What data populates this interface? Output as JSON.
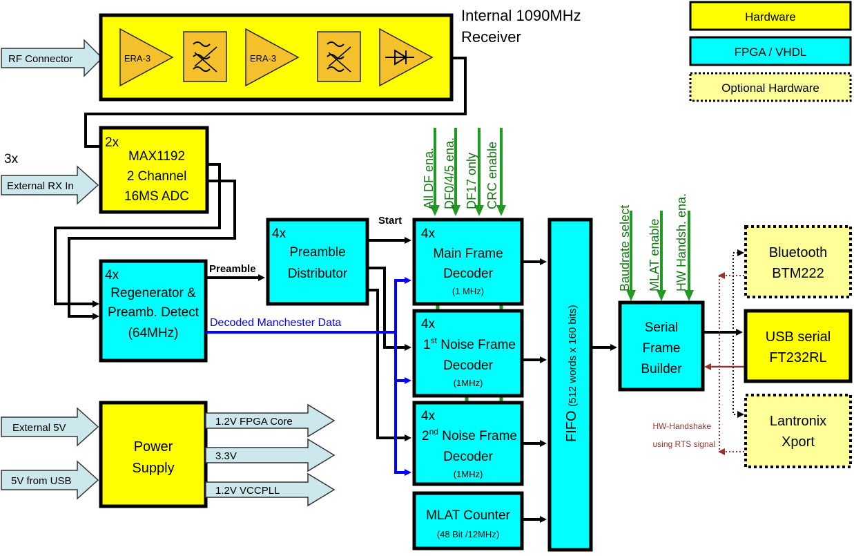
{
  "colors": {
    "hardware": "#ffff00",
    "fpga": "#00ffff",
    "optional": "#ffff99",
    "amp_block": "#f4c02c",
    "arrow_fill": "#cde8ec",
    "control_arrow": "#229922",
    "data_line": "#0000ff",
    "signal_red": "#993333"
  },
  "legend": {
    "hardware": "Hardware",
    "fpga": "FPGA / VHDL",
    "optional": "Optional Hardware"
  },
  "receiver": {
    "title_line1": "Internal 1090MHz",
    "title_line2": "Receiver",
    "amp1": "ERA-3",
    "amp2": "ERA-3"
  },
  "inputs": {
    "rf_connector": "RF Connector",
    "external_rx_prefix": "3x",
    "external_rx": "External RX In",
    "external_5v": "External 5V",
    "usb_5v": "5V from USB"
  },
  "adc": {
    "count": "2x",
    "line1": "MAX1192",
    "line2": "2 Channel",
    "line3": "16MS ADC"
  },
  "regenerator": {
    "count": "4x",
    "line1": "Regenerator &",
    "line2": "Preamb. Detect",
    "line3": "(64MHz)"
  },
  "distributor": {
    "count": "4x",
    "line1": "Preamble",
    "line2": "Distributor"
  },
  "main_decoder": {
    "count": "4x",
    "line1": "Main Frame",
    "line2": "Decoder",
    "line3": "(1 MHz)"
  },
  "noise1_decoder": {
    "count": "4x",
    "num": "1",
    "sup": "st",
    "line1": " Noise Frame",
    "line2": "Decoder",
    "line3": "(1MHz)"
  },
  "noise2_decoder": {
    "count": "4x",
    "num": "2",
    "sup": "nd",
    "line1": " Noise Frame",
    "line2": "Decoder",
    "line3": "(1MHz)"
  },
  "mlat_counter": {
    "line1": "MLAT Counter",
    "line2": "(48 Bit /12MHz)"
  },
  "fifo": {
    "label": "FIFO",
    "detail": "(512 words x 160 bits)"
  },
  "serial_builder": {
    "line1": "Serial",
    "line2": "Frame",
    "line3": "Builder"
  },
  "power": {
    "line1": "Power",
    "line2": "Supply"
  },
  "power_outputs": [
    "1.2V FPGA Core",
    "3.3V",
    "1.2V VCCPLL"
  ],
  "bluetooth": {
    "line1": "Bluetooth",
    "line2": "BTM222"
  },
  "usb_serial": {
    "line1": "USB serial",
    "line2": "FT232RL"
  },
  "lantronix": {
    "line1": "Lantronix",
    "line2": "Xport"
  },
  "decoder_controls": [
    "All DF ena.",
    "DF0/4/5 ena.",
    "DF17 only",
    "CRC enable"
  ],
  "builder_controls": [
    "Baudrate select",
    "MLAT enable",
    "HW Handsh. ena."
  ],
  "signals": {
    "start": "Start",
    "preamble": "Preamble",
    "decoded_data": "Decoded Manchester Data",
    "handshake_line1": "HW-Handshake",
    "handshake_line2": "using RTS signal"
  }
}
